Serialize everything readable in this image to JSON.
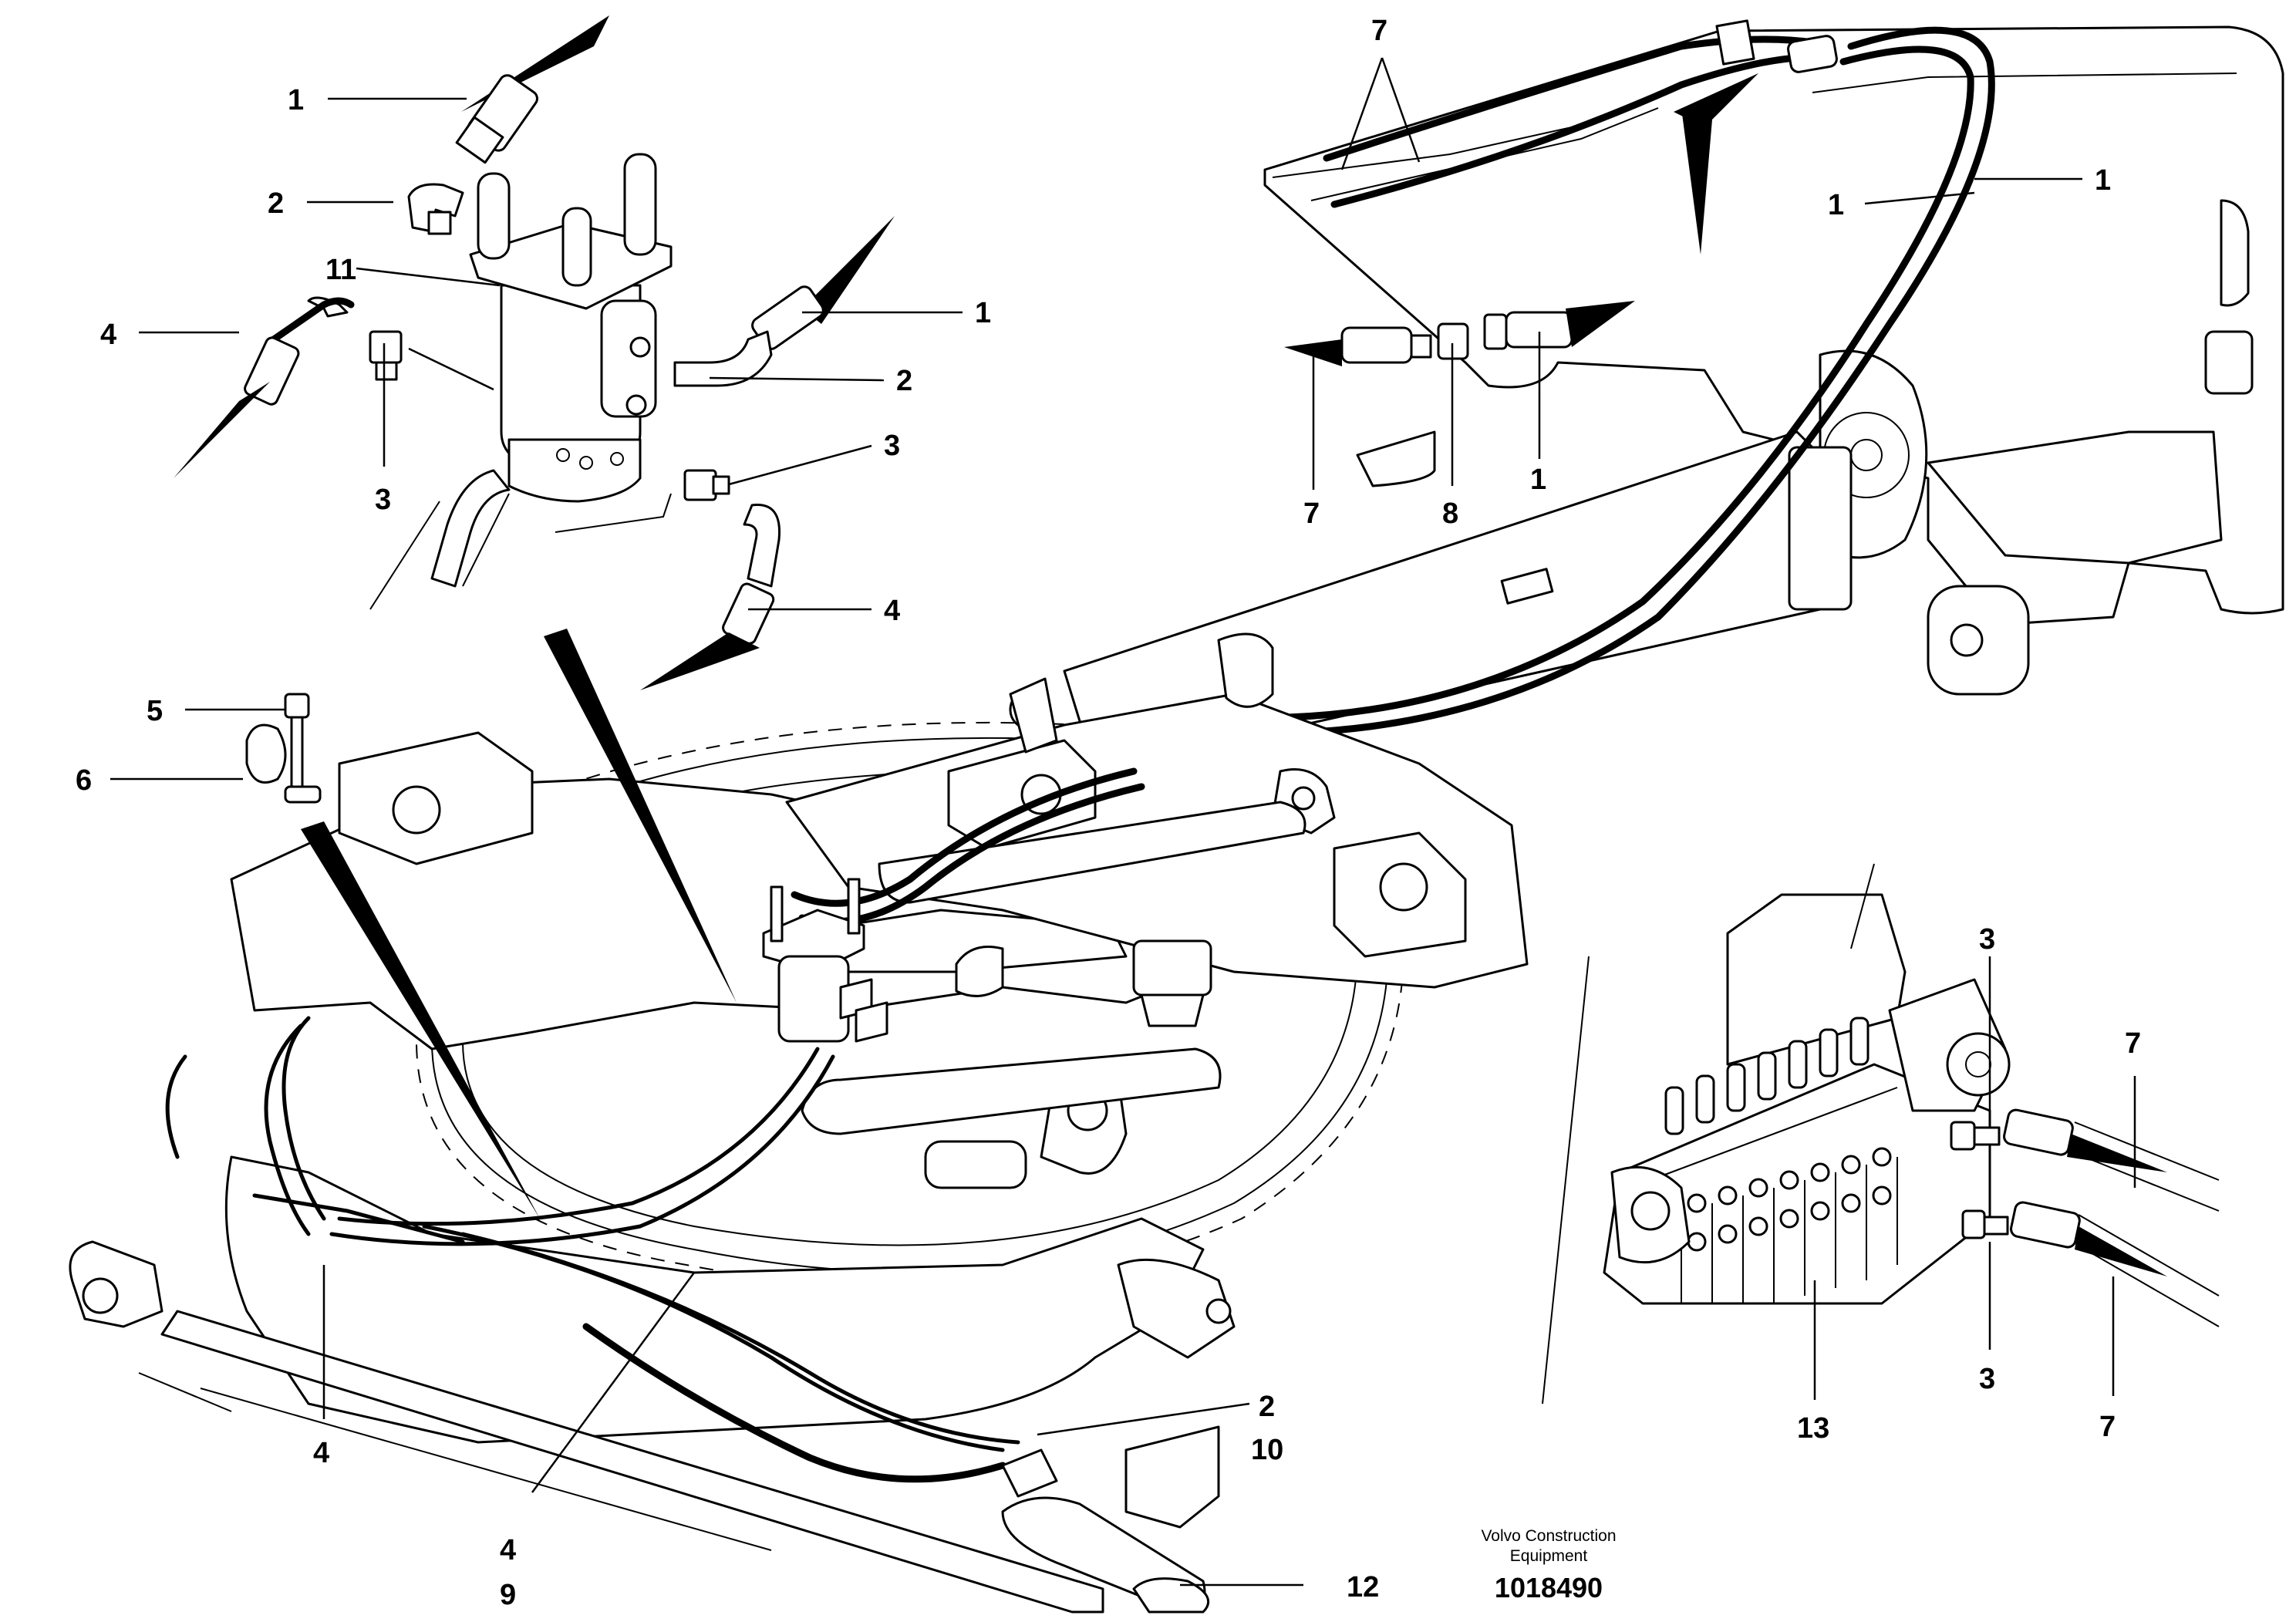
{
  "diagram": {
    "callouts": [
      {
        "id": "c1a",
        "text": "1"
      },
      {
        "id": "c2a",
        "text": "2"
      },
      {
        "id": "c11",
        "text": "11"
      },
      {
        "id": "c4a",
        "text": "4"
      },
      {
        "id": "c3a",
        "text": "3"
      },
      {
        "id": "c1b",
        "text": "1"
      },
      {
        "id": "c2b",
        "text": "2"
      },
      {
        "id": "c3b",
        "text": "3"
      },
      {
        "id": "c4b",
        "text": "4"
      },
      {
        "id": "c7a",
        "text": "7"
      },
      {
        "id": "c1c",
        "text": "1"
      },
      {
        "id": "c1d",
        "text": "1"
      },
      {
        "id": "c7b",
        "text": "7"
      },
      {
        "id": "c8",
        "text": "8"
      },
      {
        "id": "c1e",
        "text": "1"
      },
      {
        "id": "c5",
        "text": "5"
      },
      {
        "id": "c6",
        "text": "6"
      },
      {
        "id": "c3c",
        "text": "3"
      },
      {
        "id": "c7c",
        "text": "7"
      },
      {
        "id": "c3d",
        "text": "3"
      },
      {
        "id": "c7d",
        "text": "7"
      },
      {
        "id": "c13",
        "text": "13"
      },
      {
        "id": "c2c",
        "text": "2"
      },
      {
        "id": "c10",
        "text": "10"
      },
      {
        "id": "c4c",
        "text": "4"
      },
      {
        "id": "c4d",
        "text": "4"
      },
      {
        "id": "c9",
        "text": "9"
      },
      {
        "id": "c12",
        "text": "12"
      }
    ]
  },
  "footer": {
    "brand_line1": "Volvo Construction",
    "brand_line2": "Equipment",
    "doc_number": "1018490"
  }
}
